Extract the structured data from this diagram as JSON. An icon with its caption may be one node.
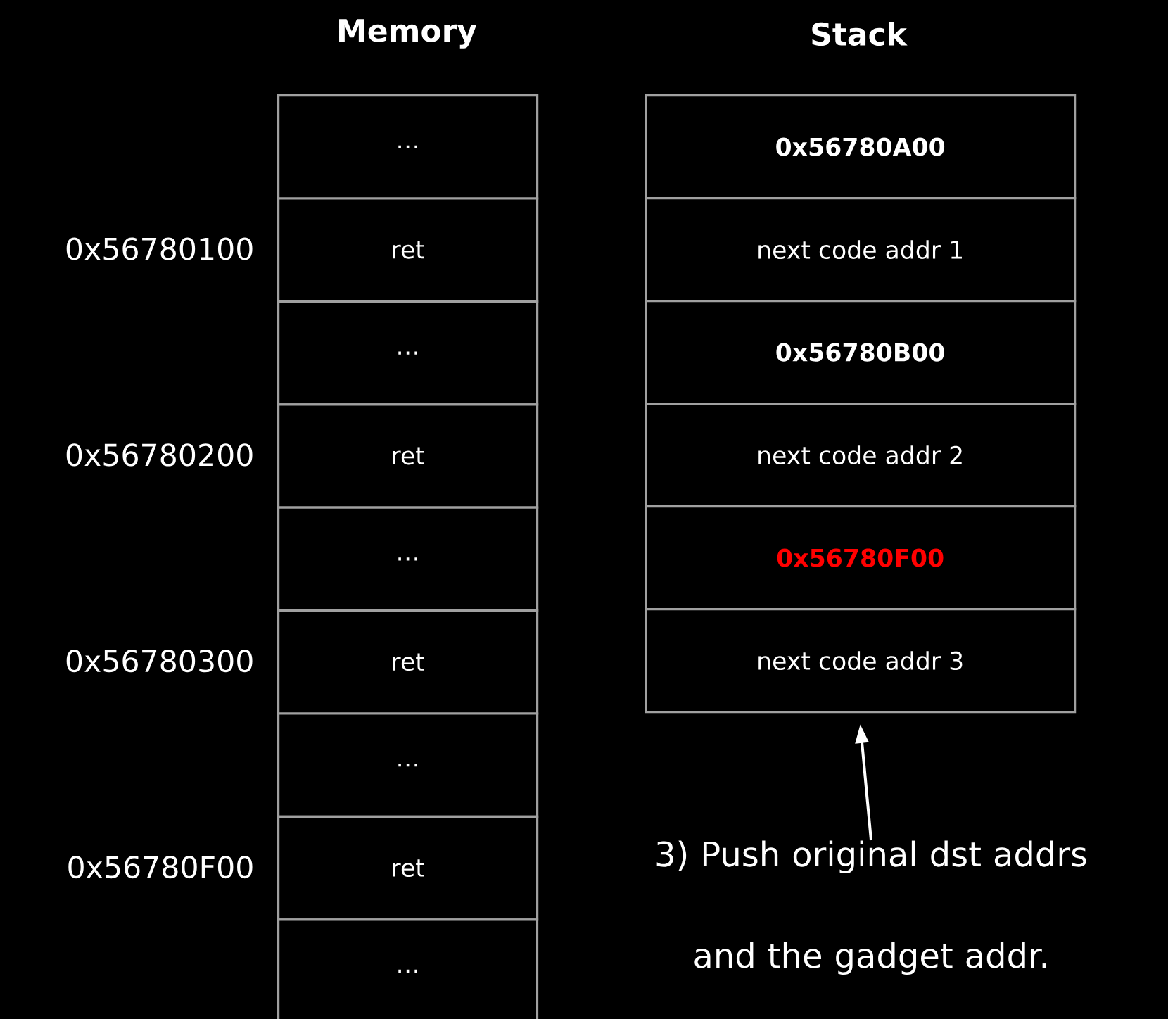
{
  "diagram": {
    "nodes": [
      {
        "text": [
          "…"
        ]
      },
      {
        "text": [
          "ret"
        ],
        "beside": [
          "0x56780100"
        ]
      },
      {
        "text": [
          "…"
        ]
      },
      {
        "text": [
          "ret"
        ],
        "beside": [
          "0x56780200"
        ]
      },
      {
        "text": [
          "…"
        ]
      },
      {
        "text": [
          "ret"
        ],
        "beside": [
          "0x56780300"
        ]
      },
      {
        "text": [
          "…"
        ]
      },
      {
        "text": [
          "ret"
        ],
        "beside": [
          "0x56780F00"
        ]
      },
      {
        "text": [
          "…"
        ]
      },
      {
        "text": [
          "0x56780A00"
        ]
      },
      {
        "text": [
          "next code addr 1"
        ]
      },
      {
        "text": [
          "0x56780B00"
        ]
      },
      {
        "text": [
          "next code addr 2"
        ]
      },
      {
        "text": [
          "0x56780F00"
        ]
      },
      {
        "text": [
          "next code addr 3"
        ]
      },
      {
        "text": [
          "3) Push original dst addrs and the gadget addr."
        ]
      }
    ],
    "edges": [
      {
        "from": 15,
        "to": 14,
        "arrow": "to"
      }
    ],
    "labels": [
      "Memory",
      "Stack"
    ]
  }
}
